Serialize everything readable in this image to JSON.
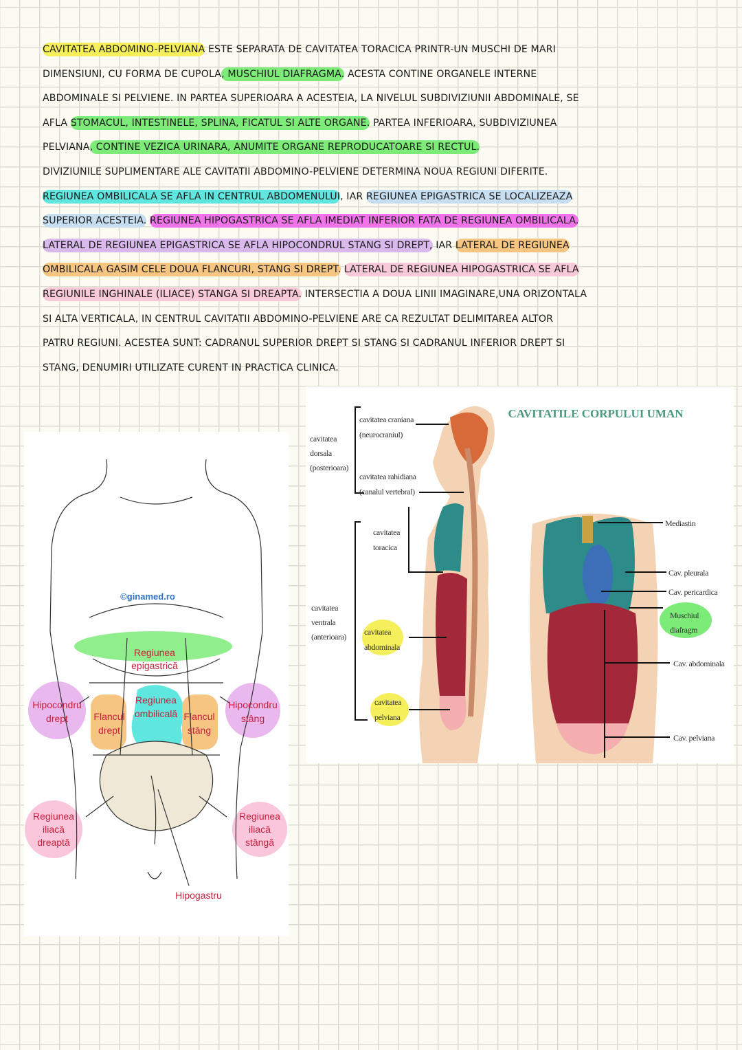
{
  "notes": {
    "lines": [
      [
        {
          "t": "cavitatea abdomino-pelviana",
          "hl": "yellow"
        },
        {
          "t": " este separata de cavitatea toracica printr-un muschi de mari",
          "hl": ""
        }
      ],
      [
        {
          "t": "dimensiuni, cu forma de cupola",
          "hl": ""
        },
        {
          "t": ", muschiul diafragma.",
          "hl": "green"
        },
        {
          "t": " acesta contine organele interne",
          "hl": ""
        }
      ],
      [
        {
          "t": "abdominale si pelviene. in partea superioara a acesteia, la nivelul subdiviziunii abdominale, se",
          "hl": ""
        }
      ],
      [
        {
          "t": "afla ",
          "hl": ""
        },
        {
          "t": "stomacul, intestinele, splina, ficatul si alte organe.",
          "hl": "green"
        },
        {
          "t": " partea inferioara, subdiviziunea",
          "hl": ""
        }
      ],
      [
        {
          "t": "pelviana",
          "hl": ""
        },
        {
          "t": ", contine vezica urinara, anumite organe reproducatoare si rectul.",
          "hl": "green"
        }
      ],
      [
        {
          "t": "diviziunile suplimentare ale cavitatii abdomino-pelviene determina noua regiuni diferite.",
          "hl": ""
        }
      ],
      [
        {
          "t": "regiunea ombilicala se afla in centrul abdomenului",
          "hl": "cyan"
        },
        {
          "t": ", iar ",
          "hl": ""
        },
        {
          "t": "regiunea epigastrica se localizeaza",
          "hl": "lightblue"
        }
      ],
      [
        {
          "t": "superior acesteia.",
          "hl": "lightblue"
        },
        {
          "t": " ",
          "hl": ""
        },
        {
          "t": "regiunea hipogastrica se afla imediat inferior fata de regiunea ombilicala.",
          "hl": "magenta"
        }
      ],
      [
        {
          "t": "lateral de regiunea epigastrica se afla hipocondrul stang si drept,",
          "hl": "purple"
        },
        {
          "t": " iar ",
          "hl": ""
        },
        {
          "t": "lateral de regiunea",
          "hl": "orange"
        }
      ],
      [
        {
          "t": "ombilicala gasim cele doua flancuri, stang si drept.",
          "hl": "orange"
        },
        {
          "t": " ",
          "hl": ""
        },
        {
          "t": "lateral de regiunea hipogastrica se afla",
          "hl": "pink"
        }
      ],
      [
        {
          "t": "regiunile inghinale (iliace) stanga si dreapta.",
          "hl": "pink"
        },
        {
          "t": " intersectia a doua linii imaginare,una orizontala",
          "hl": ""
        }
      ],
      [
        {
          "t": "si alta verticala, in centrul cavitatii abdomino-pelviene are ca rezultat delimitarea altor",
          "hl": ""
        }
      ],
      [
        {
          "t": "patru regiuni. acestea sunt: cadranul superior drept si stang si cadranul inferior drept si",
          "hl": ""
        }
      ],
      [
        {
          "t": "stang, denumiri utilizate curent in practica clinica.",
          "hl": ""
        }
      ]
    ]
  },
  "regions_figure": {
    "watermark": "©ginamed.ro",
    "epigastric": [
      "Regiunea",
      "epigastrică"
    ],
    "hypochondrium_right": [
      "Hipocondru",
      "drept"
    ],
    "flank_right": [
      "Flancul",
      "drept"
    ],
    "umbilical": [
      "Regiunea",
      "ombilicală"
    ],
    "flank_left": [
      "Flancul",
      "stâng"
    ],
    "hypochondrium_left": [
      "Hipocondru",
      "stâng"
    ],
    "iliac_right": [
      "Regiunea",
      "iliacă",
      "dreaptă"
    ],
    "iliac_left": [
      "Regiunea",
      "iliacă",
      "stângă"
    ],
    "hypogastrium": "Hipogastru"
  },
  "cavities_figure": {
    "title": "CAVITATILE CORPULUI UMAN",
    "dorsal": [
      "cavitatea",
      "dorsala",
      "(posterioara)"
    ],
    "cranial": [
      "cavitatea craniana",
      "(neurocraniul)"
    ],
    "spinal": [
      "cavitatea rahidiana",
      "(canalul vertebral)"
    ],
    "ventral": [
      "cavitatea",
      "ventrala",
      "(anterioara)"
    ],
    "thoracic": [
      "cavitatea",
      "toracica"
    ],
    "abdominal": [
      "cavitatea",
      "abdominala"
    ],
    "pelvic": [
      "cavitatea",
      "pelviana"
    ],
    "mediastin": "Mediastin",
    "pleural": "Cav. pleurala",
    "pericardial": "Cav. pericardica",
    "diaphragm": [
      "Muschiul",
      "diafragm"
    ],
    "abdominal_front": "Cav. abdominala",
    "pelvic_front": "Cav. pelviana"
  },
  "highlight_colors": {
    "yellow": "#f6ef5c",
    "green": "#7ceb78",
    "cyan": "#5fe6df",
    "lightblue": "#c6def0",
    "magenta": "#f173ea",
    "purple": "#d9b8ec",
    "orange": "#f6c581",
    "pink": "#f8c9d8"
  }
}
